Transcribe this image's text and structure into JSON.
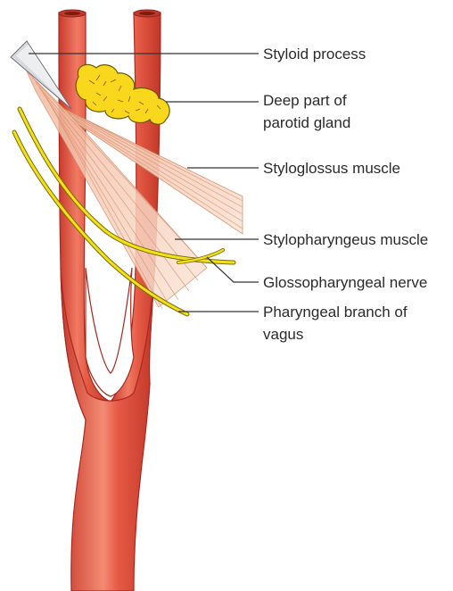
{
  "labels": {
    "styloid_process": "Styloid process",
    "deep_parotid_line1": "Deep part of",
    "deep_parotid_line2": "parotid gland",
    "styloglossus": "Styloglossus muscle",
    "stylopharyngeus": "Stylopharyngeus muscle",
    "glossopharyngeal": "Glossopharyngeal nerve",
    "pharyngeal_branch_line1": "Pharyngeal branch of",
    "pharyngeal_branch_line2": "vagus"
  },
  "colors": {
    "artery": "#e2523f",
    "artery_highlight": "#f58a74",
    "artery_dark": "#b8322a",
    "muscle_fiber": "#e9a889",
    "muscle_fill": "#f7d4bf",
    "nerve": "#f2e11a",
    "nerve_outline": "#8a7a0a",
    "gland": "#f9d71c",
    "gland_outline": "#6b5a00",
    "styloid": "#d7d9dc"
  }
}
